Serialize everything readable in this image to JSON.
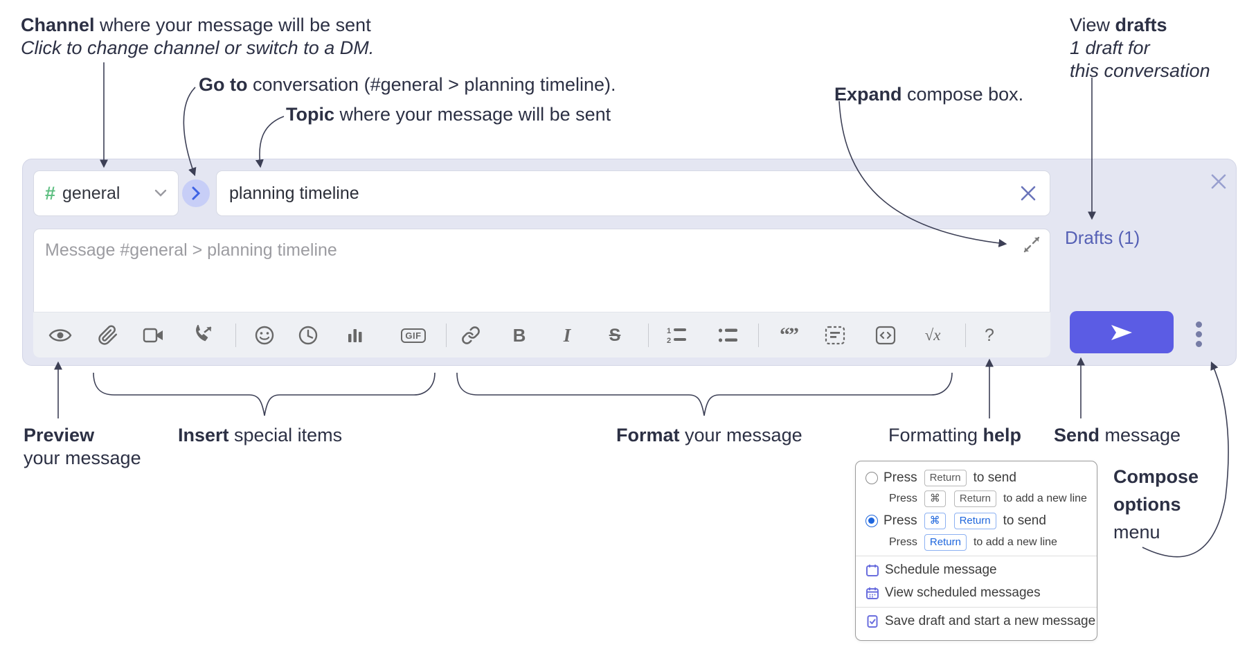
{
  "annotations": {
    "channel": {
      "bold": "Channel",
      "rest": " where your message will be sent",
      "sub": "Click to change channel or switch to a DM."
    },
    "goto": {
      "bold": "Go to",
      "rest": " conversation (#general > planning timeline)."
    },
    "topic": {
      "bold": "Topic",
      "rest": " where your message will be sent"
    },
    "expand": {
      "bold": "Expand",
      "rest": " compose box."
    },
    "drafts": {
      "line1_pre": "View ",
      "line1_bold": "drafts",
      "line2": "1 draft for",
      "line3": "this conversation"
    },
    "preview": {
      "bold": "Preview",
      "line2": "your message"
    },
    "insert": {
      "bold": "Insert",
      "rest": " special items"
    },
    "format": {
      "bold": "Format",
      "rest": " your message"
    },
    "help": {
      "pre": "Formatting ",
      "bold": "help"
    },
    "send": {
      "bold": "Send",
      "rest": " message"
    },
    "compose_options": {
      "bold1": "Compose",
      "bold2": "options",
      "line3": "menu"
    }
  },
  "compose": {
    "channel_hash": "#",
    "channel_name": "general",
    "topic_value": "planning timeline",
    "message_placeholder": "Message #general > planning timeline",
    "drafts_link": "Drafts (1)",
    "toolbar_labels": {
      "bold": "B",
      "italic": "I",
      "strike": "S",
      "gif": "GIF",
      "quote": "“”",
      "math_root": "√",
      "math_x": "x",
      "help": "?"
    }
  },
  "menu": {
    "option1": {
      "press": "Press",
      "key1": "Return",
      "after": "to send"
    },
    "option1_sub": {
      "press": "Press",
      "key1": "⌘",
      "key2": "Return",
      "after": "to add a new line"
    },
    "option2": {
      "press": "Press",
      "key1": "⌘",
      "key2": "Return",
      "after": "to send"
    },
    "option2_sub": {
      "press": "Press",
      "key1": "Return",
      "after": "to add a new line"
    },
    "items": [
      "Schedule message",
      "View scheduled messages",
      "Save draft and start a new message"
    ]
  },
  "colors": {
    "compose_bg": "#e4e6f2",
    "send_button": "#5b5ce4",
    "drafts_link": "#5560b5",
    "hash_green": "#5fbf82",
    "goto_circle_bg": "#c7cef7",
    "goto_chevron": "#3e62e4",
    "icon_gray": "#686868",
    "annotation_text": "#2c3044",
    "key_blue": "#1e66dd",
    "menu_icon_purple": "#6a6ede"
  }
}
